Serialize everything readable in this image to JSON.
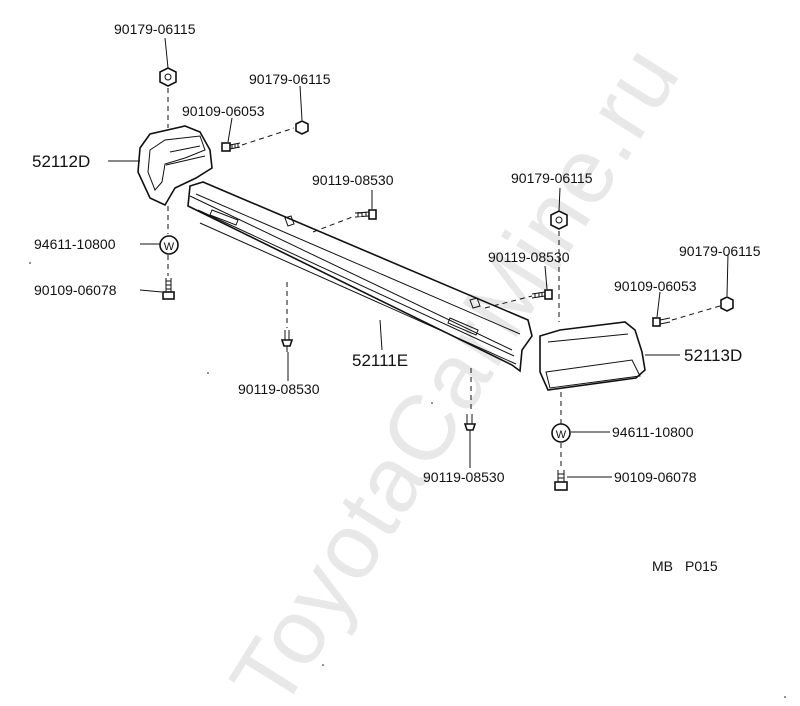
{
  "watermark": "ToyotaCarMine.ru",
  "figure_code": {
    "prefix": "MB",
    "number": "P015"
  },
  "parts": {
    "nut_top_left": "90179-06115",
    "nut_upper_left": "90179-06115",
    "bolt_upper_left": "90109-06053",
    "end_left": "52112D",
    "washer_left": "94611-10800",
    "bolt_lower_left": "90109-06078",
    "bolt_center_top": "90119-08530",
    "nut_center": "90179-06115",
    "bolt_center_right": "90119-08530",
    "nut_right": "90179-06115",
    "bolt_upper_right": "90109-06053",
    "bumper_main": "52111E",
    "end_right": "52113D",
    "bolt_lower_mid_left": "90119-08530",
    "washer_right": "94611-10800",
    "bolt_lower_mid": "90119-08530",
    "bolt_lower_right": "90109-06078"
  },
  "colors": {
    "ink": "#111111",
    "shade": "#d9d9d9",
    "watermark": "#e8e8e8"
  }
}
